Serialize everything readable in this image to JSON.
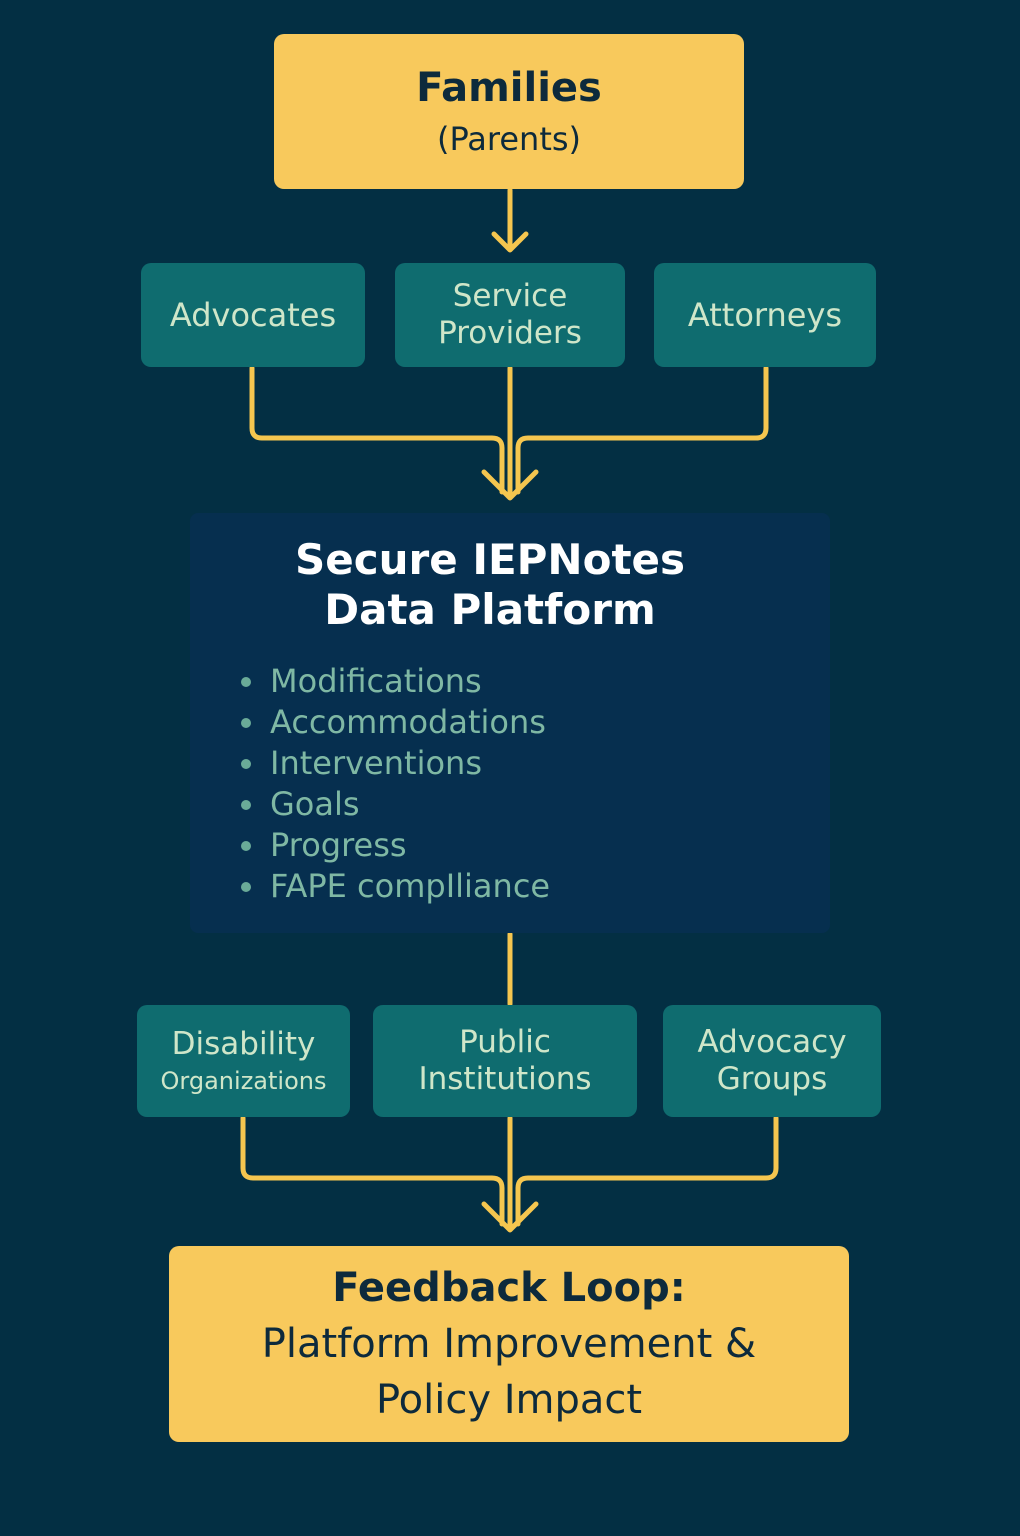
{
  "colors": {
    "background": "#032f43",
    "yellow_box": "#f8c95c",
    "teal_box": "#0f6c6f",
    "platform_box": "#062f4f",
    "connector": "#f5c64f"
  },
  "families": {
    "title": "Families",
    "subtitle": "(Parents)"
  },
  "stakeholders": {
    "advocates": "Advocates",
    "service_providers": [
      "Service",
      "Providers"
    ],
    "attorneys": "Attorneys"
  },
  "platform": {
    "title": [
      "Secure IEPNotes",
      "Data Platform"
    ],
    "items": [
      "Modifications",
      "Accommodations",
      "Interventions",
      "Goals",
      "Progress",
      "FAPE compIliance"
    ]
  },
  "partners": {
    "disability_organizations": [
      "Disability",
      "Organizations"
    ],
    "public_institutions": [
      "Public",
      "Institutions"
    ],
    "advocacy_groups": [
      "Advocacy",
      "Groups"
    ]
  },
  "feedback": {
    "title": "Feedback Loop:",
    "lines": [
      "Platform Improvement &",
      "Policy Impact"
    ]
  }
}
